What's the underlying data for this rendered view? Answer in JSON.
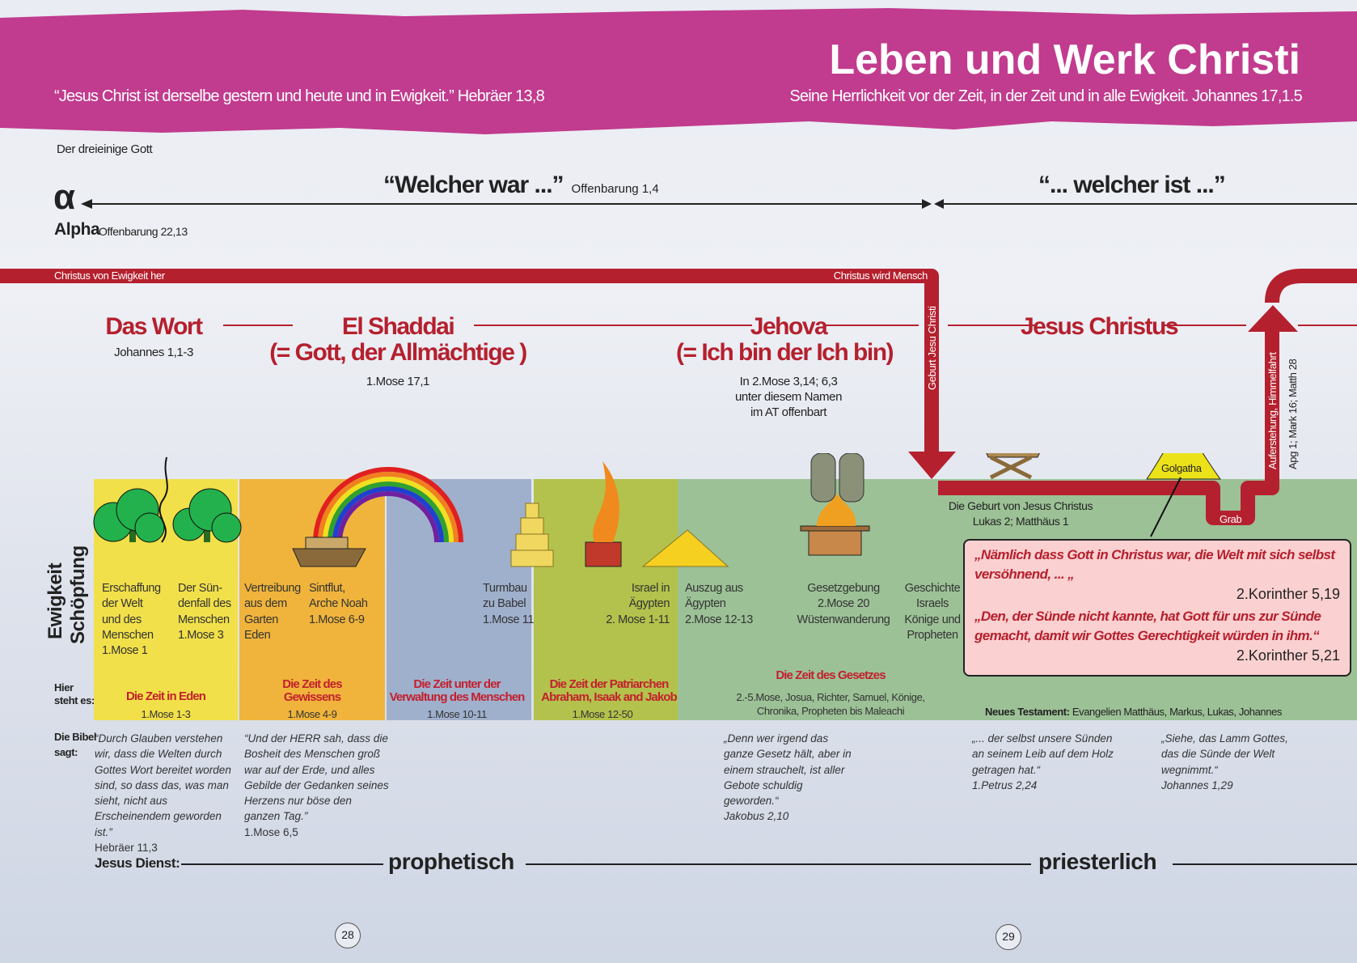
{
  "header": {
    "title": "Leben und Werk Christi",
    "quote_left": "“Jesus Christ ist derselbe gestern und heute und in Ewigkeit.” Hebräer 13,8",
    "quote_right": "Seine Herrlichkeit vor der Zeit, in der Zeit und in alle Ewigkeit. Johannes 17,1.5"
  },
  "top": {
    "trinity": "Der dreieinige Gott",
    "alpha_symbol": "α",
    "alpha_label": "Alpha",
    "alpha_ref": "Offenbarung 22,13",
    "welcher_war": "“Welcher war ...”",
    "welcher_war_ref": "Offenbarung 1,4",
    "welcher_ist": "“... welcher ist ...”"
  },
  "band": {
    "left": "Christus von Ewigkeit her",
    "right": "Christus wird Mensch",
    "birth_vertical": "Geburt Jesu Christi",
    "resurrection_vertical": "Auferstehung, Himmelfahrt",
    "resurrection_refs": "Apg 1; Mark 16; Matth 28",
    "grab": "Grab",
    "golgatha": "Golgatha",
    "birth_label": "Die Geburt von Jesus Christus",
    "birth_ref": "Lukas 2; Matthäus 1"
  },
  "names": {
    "wort": "Das Wort",
    "wort_ref": "Johannes 1,1-3",
    "shaddai": "El Shaddai",
    "shaddai_sub": "(= Gott, der Allmächtige )",
    "shaddai_ref": "1.Mose 17,1",
    "jehova": "Jehova",
    "jehova_sub": "(= Ich bin der Ich bin)",
    "jehova_note": [
      "In 2.Mose 3,14; 6,3",
      "unter diesem Namen",
      "im AT offenbart"
    ],
    "jesus": "Jesus Christus"
  },
  "side": {
    "ewigkeit": "Ewigkeit",
    "schoepfung": "Schöpfung",
    "hier": "Hier",
    "steht": "steht es:",
    "bibel": "Die Bibel",
    "sagt": "sagt:"
  },
  "events": {
    "schoepfung": [
      "Erschaffung",
      "der Welt",
      "und des",
      "Menschen",
      "1.Mose 1"
    ],
    "suendenfall": [
      "Der Sün-",
      "denfall des",
      "Menschen",
      "1.Mose 3"
    ],
    "vertreibung": [
      "Vertreibung",
      "aus dem",
      "Garten",
      "Eden"
    ],
    "sintflut": [
      "Sintflut,",
      "Arche Noah",
      "1.Mose 6-9"
    ],
    "babel": [
      "Turmbau",
      "zu Babel",
      "1.Mose 11"
    ],
    "israel": [
      "Israel in",
      "Ägypten",
      "2. Mose 1-11"
    ],
    "auszug": [
      "Auszug aus",
      "Ägypten",
      "2.Mose 12-13"
    ],
    "gesetz": [
      "Gesetzgebung",
      "2.Mose 20",
      "Wüstenwanderung"
    ],
    "geschichte": [
      "Geschichte",
      "Israels",
      "Könige und",
      "Propheten"
    ]
  },
  "eras": [
    {
      "title": [
        "Die Zeit in Eden"
      ],
      "ref": "1.Mose 1-3",
      "color": "#f1e04a"
    },
    {
      "title": [
        "Die Zeit des",
        "Gewissens"
      ],
      "ref": "1.Mose 4-9",
      "color": "#f0b43c"
    },
    {
      "title": [
        "Die Zeit unter der",
        "Verwaltung des Menschen"
      ],
      "ref": "1.Mose 10-11",
      "color": "#9fb0cc"
    },
    {
      "title": [
        "Die Zeit der Patriarchen",
        "Abraham, Isaak and Jakob"
      ],
      "ref": "1.Mose 12-50",
      "color": "#b3c24c"
    },
    {
      "title": [
        "Die Zeit des Gesetzes"
      ],
      "ref": "2.-5.Mose, Josua, Richter, Samuel, Könige,",
      "ref2": "Chronika, Propheten bis Maleachi",
      "color": "#9cc196"
    }
  ],
  "nt": {
    "label": "Neues Testament:",
    "text": " Evangelien Matthäus, Markus, Lukas, Johannes"
  },
  "box": {
    "q1": "„Nämlich dass Gott in Christus war, die Welt mit sich selbst versöhnend, ... „",
    "r1": "2.Korinther 5,19",
    "q2": "„Den, der Sünde nicht kannte, hat Gott für uns zur Sünde gemacht, damit wir Gottes Gerechtigkeit würden in ihm.“",
    "r2": "2.Korinther 5,21"
  },
  "quotes": [
    {
      "text": "“Durch Glauben verstehen wir, dass die Welten durch Gottes Wort bereitet worden sind, so dass das, was man sieht, nicht aus Erscheinendem geworden ist.”",
      "ref": "Hebräer 11,3"
    },
    {
      "text": "“Und der HERR sah, dass die Bosheit des Menschen groß war auf der Erde, und alles Gebilde der Gedanken seines Herzens nur böse den ganzen Tag.”",
      "ref": "1.Mose 6,5"
    },
    {
      "text": "„Denn wer irgend das ganze Gesetz hält, aber in einem strauchelt, ist aller Gebote schuldig geworden.“",
      "ref": "Jakobus 2,10"
    },
    {
      "text": "„... der selbst unsere Sünden an seinem Leib auf dem Holz getragen hat.“",
      "ref": "1.Petrus 2,24"
    },
    {
      "text": "„Siehe, das Lamm Gottes, das die Sünde der Welt wegnimmt.“",
      "ref": "Johannes 1,29"
    }
  ],
  "dienst": {
    "label": "Jesus Dienst:",
    "prophetisch": "prophetisch",
    "priesterlich": "priesterlich"
  },
  "pages": [
    "28",
    "29"
  ],
  "colors": {
    "magenta": "#c13b8e",
    "red": "#b5202e"
  }
}
